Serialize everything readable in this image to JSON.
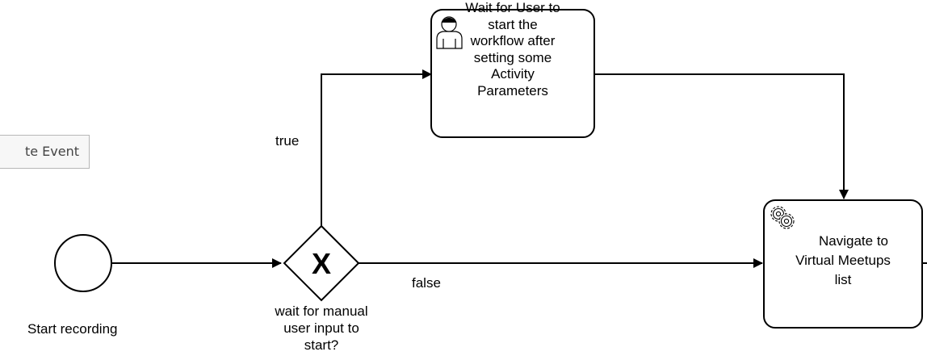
{
  "partial_button": {
    "label": "te Event"
  },
  "start_event": {
    "label": "Start recording"
  },
  "gateway": {
    "marker": "X",
    "label_lines": [
      "wait for manual",
      "user input to",
      "start?"
    ]
  },
  "flows": {
    "true_label": "true",
    "false_label": "false"
  },
  "user_task": {
    "icon": "user-icon",
    "label_lines": [
      "Wait for User to",
      "start the",
      "workflow after",
      "setting some",
      "Activity",
      "Parameters"
    ]
  },
  "service_task": {
    "icon": "gear-icon",
    "label_lines": [
      "Navigate to",
      "Virtual Meetups",
      "list"
    ]
  }
}
